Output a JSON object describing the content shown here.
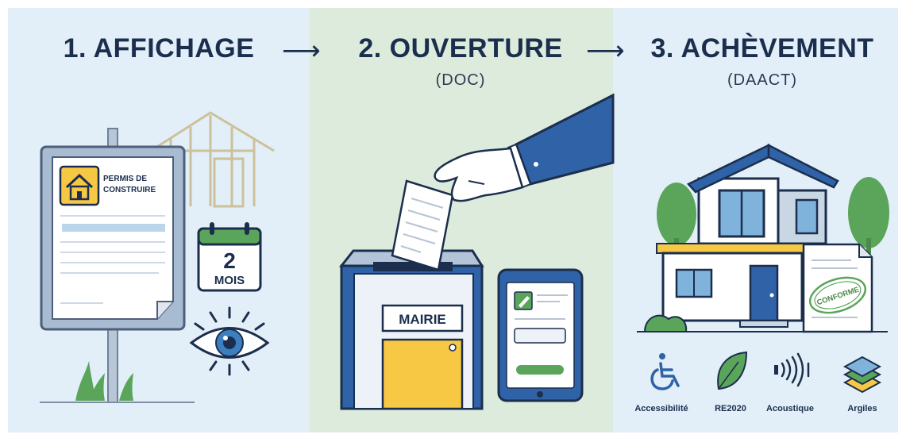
{
  "steps": [
    {
      "title": "1. AFFICHAGE",
      "subtitle": ""
    },
    {
      "title": "2. OUVERTURE",
      "subtitle": "(DOC)"
    },
    {
      "title": "3. ACHÈVEMENT",
      "subtitle": "(DAACT)"
    }
  ],
  "arrows": [
    "⟶",
    "⟶"
  ],
  "sign": {
    "line1": "PERMIS DE",
    "line2": "CONSTRUIRE"
  },
  "calendar": {
    "number": "2",
    "unit": "MOIS"
  },
  "mailbox": {
    "label": "MAIRIE"
  },
  "stamp": {
    "text": "CONFORME"
  },
  "criteria": [
    {
      "label": "Accessibilité",
      "icon": "wheelchair-icon"
    },
    {
      "label": "RE2020",
      "icon": "leaf-icon"
    },
    {
      "label": "Acoustique",
      "icon": "sound-waves-icon"
    },
    {
      "label": "Argiles",
      "icon": "soil-layers-icon"
    }
  ],
  "colors": {
    "navy": "#1b2e4d",
    "blue": "#2f62a7",
    "yellow": "#f7c844",
    "green": "#5aa55a",
    "panel_blue": "#e2eff8",
    "panel_green": "#dcebdc"
  }
}
